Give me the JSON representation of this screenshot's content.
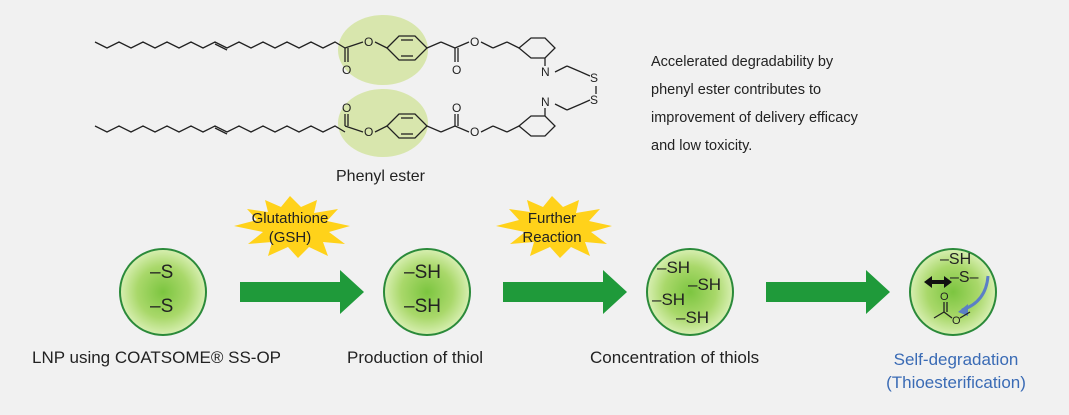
{
  "description": {
    "lines": [
      "Accelerated degradability by",
      "phenyl ester contributes to",
      "improvement of delivery efficacy",
      "and low toxicity."
    ]
  },
  "structure": {
    "label": "Phenyl ester",
    "disulfide_atom": "S",
    "nitrogen_atom": "N",
    "oxygen_atom": "O"
  },
  "steps": [
    {
      "caption": "LNP using COATSOME® SS-OP",
      "circle": [
        "–S",
        "–S"
      ]
    },
    {
      "caption": "Production of thiol",
      "circle": [
        "–SH",
        "–SH"
      ]
    },
    {
      "caption": "Concentration of thiols",
      "circle": [
        "–SH",
        "–SH",
        "–SH",
        "–SH"
      ]
    },
    {
      "caption_lines": [
        "Self-degradation",
        "(Thioesterification)"
      ],
      "circle": [
        "–SH",
        "–S–"
      ]
    }
  ],
  "reactions": [
    {
      "lines": [
        "Glutathione",
        "(GSH)"
      ]
    },
    {
      "lines": [
        "Further",
        "Reaction"
      ]
    }
  ],
  "colors": {
    "arrow_green": "#1f9a3a",
    "circle_outer": "#2b8a3a",
    "circle_fill": "#b8dc7a",
    "highlight": "#d8e6ad",
    "burst": "#ffd21a",
    "blue_text": "#3a6bb5",
    "blue_arrow": "#5b7fc6"
  }
}
